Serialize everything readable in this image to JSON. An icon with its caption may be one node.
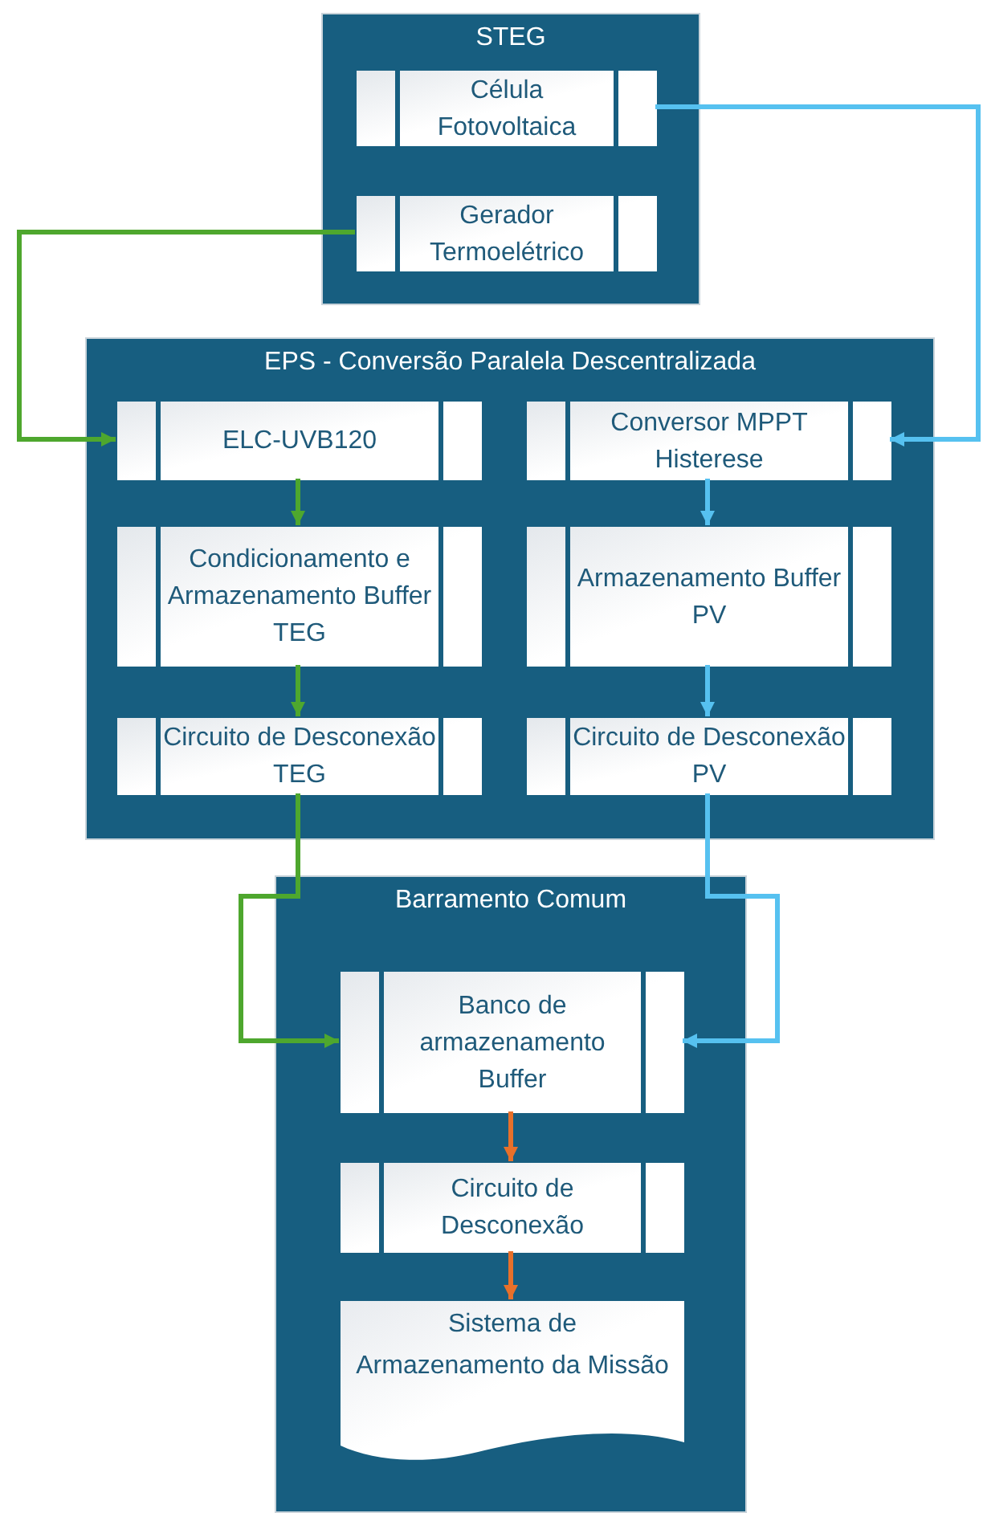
{
  "diagram": {
    "nodes": [
      {
        "text": [
          "STEG"
        ]
      },
      {
        "text": [
          "Célula Fotovoltaica"
        ],
        "in": 0
      },
      {
        "text": [
          "Gerador Termoelétrico"
        ],
        "in": 0
      },
      {
        "text": [
          "EPS - Conversão Paralela Descentralizada"
        ]
      },
      {
        "text": [
          "ELC-UVB120"
        ],
        "in": 3
      },
      {
        "text": [
          "Conversor MPPT Histerese"
        ],
        "in": 3
      },
      {
        "text": [
          "Condicionamento e Armazenamento Buffer TEG"
        ],
        "in": 3
      },
      {
        "text": [
          "Armazenamento Buffer PV"
        ],
        "in": 3
      },
      {
        "text": [
          "Circuito de Desconexão TEG"
        ],
        "in": 3
      },
      {
        "text": [
          "Circuito de Desconexão PV"
        ],
        "in": 3
      },
      {
        "text": [
          "Barramento Comum"
        ]
      },
      {
        "text": [
          "Banco de armazenamento Buffer"
        ],
        "in": 10
      },
      {
        "text": [
          "Circuito de Desconexão"
        ],
        "in": 10
      },
      {
        "text": [
          "Sistema de Armazenamento da Missão"
        ],
        "in": 10
      }
    ],
    "edges": [
      {
        "from": 2,
        "to": 4,
        "arrow": "to",
        "color": "#4ea72e"
      },
      {
        "from": 4,
        "to": 6,
        "arrow": "to",
        "color": "#4ea72e"
      },
      {
        "from": 6,
        "to": 8,
        "arrow": "to",
        "color": "#4ea72e"
      },
      {
        "from": 8,
        "to": 11,
        "arrow": "to",
        "color": "#4ea72e"
      },
      {
        "from": 1,
        "to": 5,
        "arrow": "to",
        "color": "#56c1f0"
      },
      {
        "from": 5,
        "to": 7,
        "arrow": "to",
        "color": "#56c1f0"
      },
      {
        "from": 7,
        "to": 9,
        "arrow": "to",
        "color": "#56c1f0"
      },
      {
        "from": 9,
        "to": 11,
        "arrow": "to",
        "color": "#56c1f0"
      },
      {
        "from": 11,
        "to": 12,
        "arrow": "to",
        "color": "#e8702a"
      },
      {
        "from": 12,
        "to": 13,
        "arrow": "to",
        "color": "#e8702a"
      }
    ]
  }
}
